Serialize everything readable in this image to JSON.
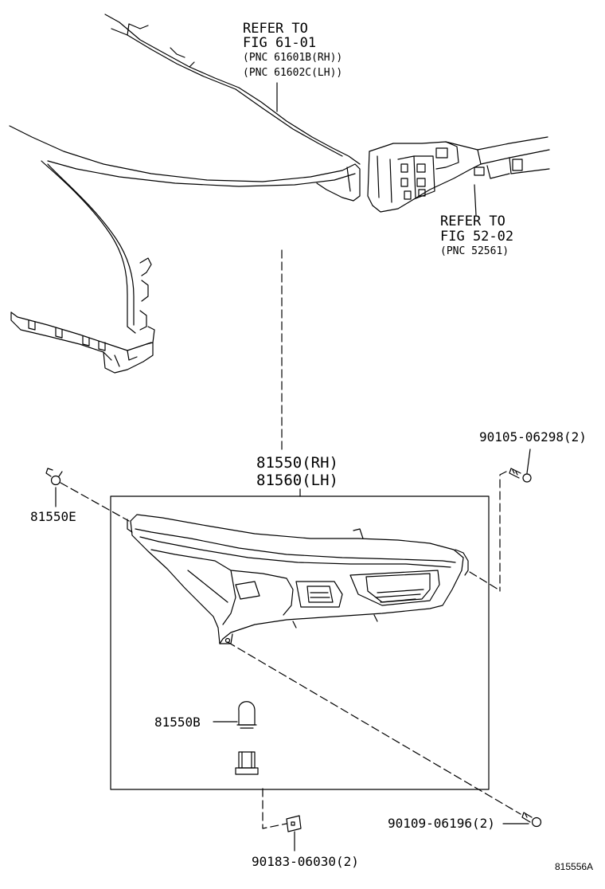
{
  "refs": {
    "top": {
      "line1": "REFER TO",
      "line2": "FIG 61-01",
      "line3": "(PNC 61601B(RH))",
      "line4": "(PNC 61602C(LH))"
    },
    "right": {
      "line1": "REFER TO",
      "line2": "FIG 52-02",
      "line3": "(PNC 52561)"
    }
  },
  "parts": {
    "main_rh": "81550(RH)",
    "main_lh": "81560(LH)",
    "p81550E": "81550E",
    "p81550B": "81550B",
    "p90105": "90105-06298(2)",
    "p90109": "90109-06196(2)",
    "p90183": "90183-06030(2)"
  },
  "diagram_code": "815556A"
}
